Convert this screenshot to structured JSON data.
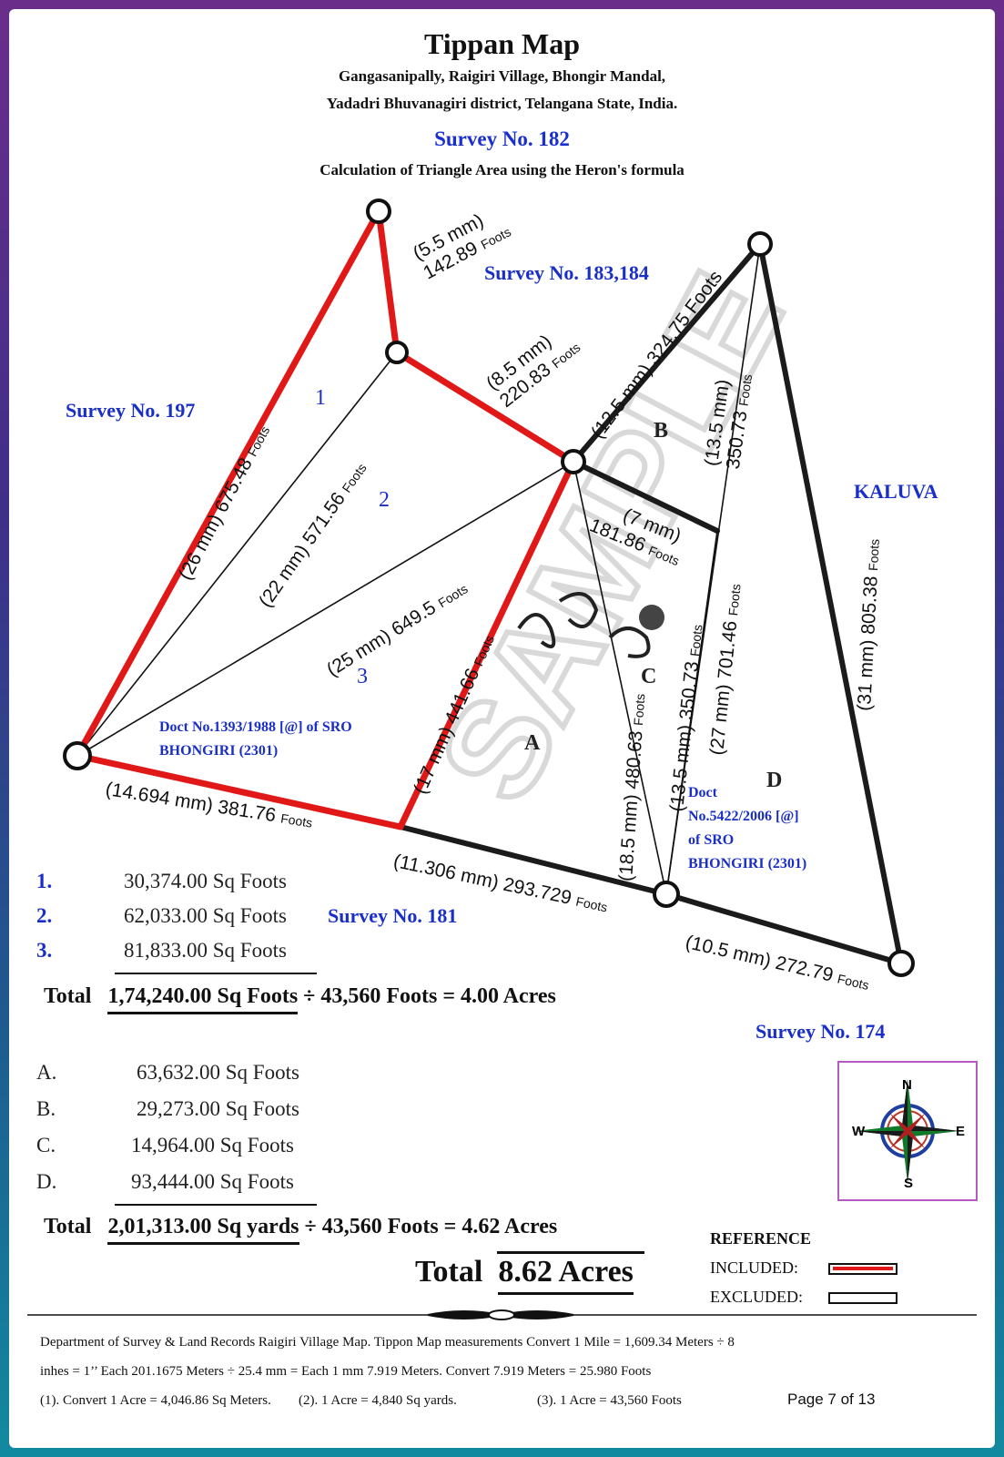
{
  "header": {
    "title": "Tippan Map",
    "location_line1": "Gangasanipally, Raigiri Village, Bhongir Mandal,",
    "location_line2": "Yadadri Bhuvanagiri district, Telangana State, India.",
    "survey_number": "Survey No. 182",
    "calculation_note": "Calculation of Triangle Area using the Heron's formula"
  },
  "map": {
    "labels": {
      "survey_197": "Survey No. 197",
      "survey_183_184": "Survey No. 183,184",
      "kaluva": "KALUVA",
      "survey_181": "Survey No. 181",
      "survey_174": "Survey No. 174"
    },
    "regions": {
      "r1": "1",
      "r2": "2",
      "r3": "3",
      "rA": "A",
      "rB": "B",
      "rC": "C",
      "rD": "D"
    },
    "documents": {
      "doc1_line1": "Doct No.1393/1988 [@] of SRO",
      "doc1_line2": "BHONGIRI (2301)",
      "doc2_line1": "Doct",
      "doc2_line2": "No.5422/2006 [@]",
      "doc2_line3": "of SRO",
      "doc2_line4": "BHONGIRI (2301)"
    },
    "measurements": {
      "m1_a": "(5.5 mm)",
      "m1_b": "142.89",
      "m1_unit": "Foots",
      "m2_a": "(8.5 mm)",
      "m2_b": "220.83",
      "m2_unit": "Foots",
      "m3": "(12.5 mm) 324.75 Foots",
      "m4_a": "(13.5 mm)",
      "m4_b": "350.73",
      "m4_unit": "Foots",
      "m5_a": "(7 mm)",
      "m5_b": "181.86",
      "m5_unit": "Foots",
      "m6": "(26 mm) 675.48",
      "m6_unit": "Foots",
      "m7": "(22 mm) 571.56",
      "m7_unit": "Foots",
      "m8": "(25 mm) 649.5",
      "m8_unit": "Foots",
      "m9": "(17 mm) 441.66",
      "m9_unit": "Foots",
      "m10": "(18.5 mm) 480.63",
      "m10_unit": "Foots",
      "m11": "(13.5 mm) 350.73",
      "m11_unit": "Foots",
      "m12": "(27 mm) 701.46",
      "m12_unit": "Foots",
      "m13": "(31 mm) 805.38",
      "m13_unit": "Foots",
      "m14": "(14.694 mm) 381.76",
      "m14_unit": "Foots",
      "m15": "(11.306 mm) 293.729",
      "m15_unit": "Foots",
      "m16": "(10.5 mm) 272.79",
      "m16_unit": "Foots"
    },
    "watermark": "SAMPLE"
  },
  "areas_included": {
    "items": [
      {
        "num": "1.",
        "value": "30,374.00 Sq Foots"
      },
      {
        "num": "2.",
        "value": "62,033.00 Sq Foots"
      },
      {
        "num": "3.",
        "value": "81,833.00 Sq Foots"
      }
    ],
    "total_label": "Total",
    "total_value": "1,74,240.00 Sq Foots",
    "total_rest": "÷ 43,560 Foots = 4.00 Acres"
  },
  "areas_excluded": {
    "items": [
      {
        "num": "A.",
        "value": "63,632.00 Sq Foots"
      },
      {
        "num": "B.",
        "value": "29,273.00 Sq Foots"
      },
      {
        "num": "C.",
        "value": "14,964.00 Sq Foots"
      },
      {
        "num": "D.",
        "value": "93,444.00 Sq Foots"
      }
    ],
    "total_label": "Total",
    "total_value": "2,01,313.00 Sq yards",
    "total_rest": "÷ 43,560 Foots = 4.62 Acres"
  },
  "grand_total": {
    "label": "Total",
    "value": "8.62 Acres"
  },
  "compass": {
    "n": "N",
    "s": "S",
    "e": "E",
    "w": "W"
  },
  "reference": {
    "title": "REFERENCE",
    "included": "INCLUDED:",
    "excluded": "EXCLUDED:",
    "included_color": "#e01818",
    "excluded_color": "#111111"
  },
  "footer": {
    "line1": "Department of Survey & Land Records Raigiri Village Map. Tippon Map measurements Convert 1 Mile = 1,609.34 Meters ÷ 8",
    "line2": "inhes = 1’’ Each  201.1675 Meters  ÷ 25.4 mm = Each 1 mm 7.919 Meters. Convert 7.919 Meters = 25.980 Foots",
    "line3a": "(1). Convert 1 Acre = 4,046.86 Sq Meters.",
    "line3b": "(2). 1 Acre = 4,840 Sq yards.",
    "line3c": "(3). 1 Acre = 43,560 Foots",
    "page": "Page 7 of 13"
  }
}
